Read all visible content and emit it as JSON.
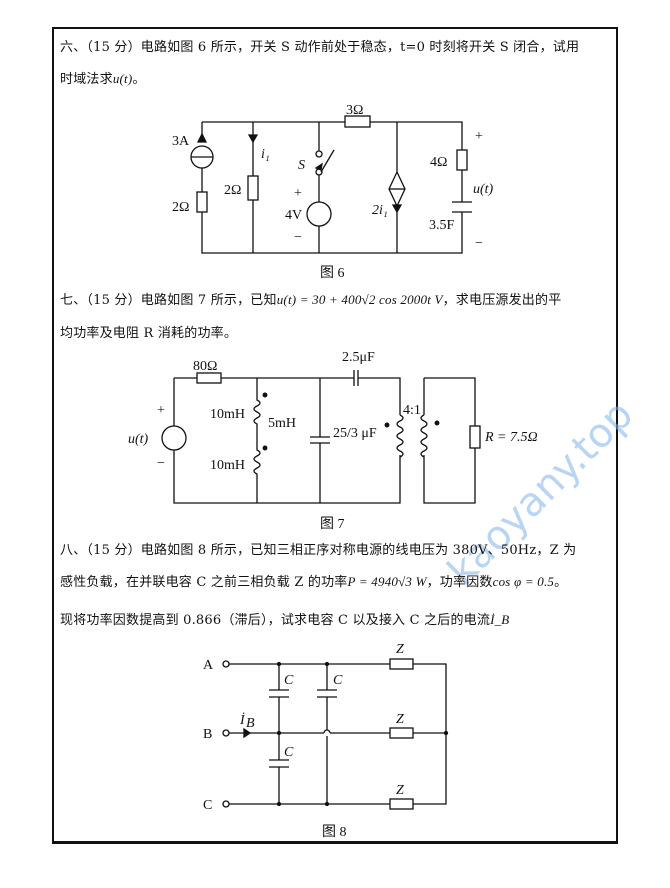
{
  "problem6": {
    "line1": "六、（15 分）电路如图 6 所示，开关 S 动作前处于稳态，t=0 时刻将开关 S 闭合，试用",
    "line2_prefix": "时域法求",
    "line2_math": "u(t)",
    "line2_suffix": "。",
    "figure": {
      "caption": "图 6",
      "labels": {
        "r_top": "3Ω",
        "isrc": "3A",
        "r_left": "2Ω",
        "r_i1": "2Ω",
        "i1": "i₁",
        "switch": "S",
        "vsrc": "4V",
        "plus": "+",
        "minus": "−",
        "dep": "2i₁",
        "r_right": "4Ω",
        "cap": "3.5F",
        "u": "u(t)"
      }
    }
  },
  "problem7": {
    "line1_prefix": "七、（15 分）电路如图 7 所示，已知",
    "line1_math": "u(t) = 30 + 400√2 cos 2000t V",
    "line1_suffix": "，求电压源发出的平",
    "line2": "均功率及电阻 R 消耗的功率。",
    "figure": {
      "caption": "图 7",
      "labels": {
        "r": "80Ω",
        "l1": "10mH",
        "l2": "10mH",
        "m": "5mH",
        "c1": "2.5μF",
        "c2": "25/3 μF",
        "ratio": "4:1",
        "load": "R = 7.5Ω",
        "u": "u(t)",
        "plus": "+",
        "minus": "−"
      }
    }
  },
  "problem8": {
    "line1": "八、（15 分）电路如图 8 所示，已知三相正序对称电源的线电压为 380V、50Hz，Z 为",
    "line2_prefix": "感性负载，在并联电容 C 之前三相负载 Z 的功率",
    "line2_math1": "P = 4940√3 W",
    "line2_mid": "，功率因数",
    "line2_math2": "cos φ = 0.5",
    "line2_suffix": "。",
    "line3": "现将功率因数提高到 0.866（滞后），试求电容 C 以及接入 C 之后的电流",
    "line3_math": "İ_B",
    "figure": {
      "caption": "图 8",
      "labels": {
        "a": "A",
        "b": "B",
        "c": "C",
        "cap": "C",
        "z": "Z",
        "ib": "İ"
      }
    }
  },
  "watermark": "kaoyany.top"
}
